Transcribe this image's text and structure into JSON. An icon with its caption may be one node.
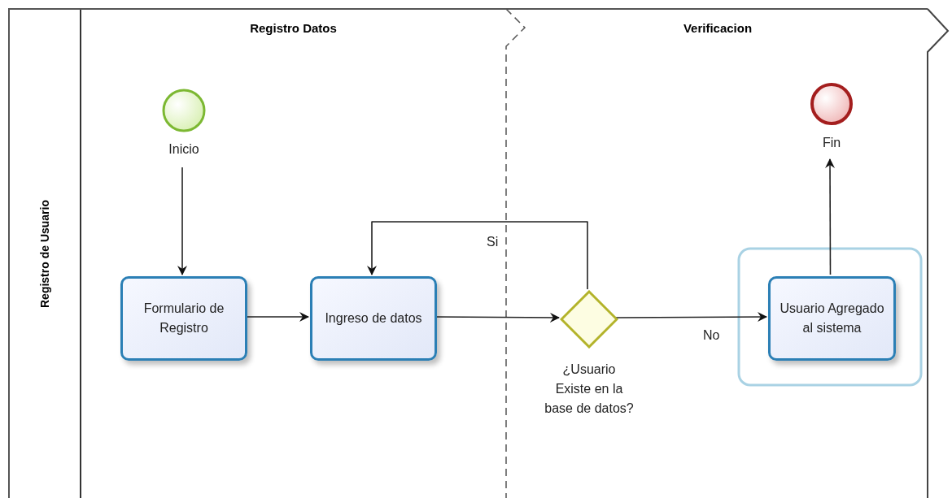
{
  "diagram": {
    "nodes": [
      {
        "text": [
          "Registro de Usuario"
        ]
      },
      {
        "text": [
          "Registro Datos"
        ],
        "in": 0
      },
      {
        "text": [
          "Verificacion"
        ],
        "in": 0
      },
      {
        "text": [
          "Inicio"
        ],
        "in": 1
      },
      {
        "text": [
          "Formulario de Registro"
        ],
        "in": 1
      },
      {
        "text": [
          "Ingreso de datos"
        ],
        "in": 1
      },
      {
        "text": [
          "¿Usuario Existe en la base de datos?"
        ],
        "in": 2
      },
      {
        "text": [
          "Usuario Agregado al sistema"
        ],
        "in": 2
      },
      {
        "text": [
          "Fin"
        ],
        "in": 2
      }
    ],
    "edges": [
      {
        "from": 3,
        "to": 4,
        "arrow": "to"
      },
      {
        "from": 4,
        "to": 5,
        "arrow": "to"
      },
      {
        "from": 5,
        "to": 6,
        "arrow": "to"
      },
      {
        "from": 6,
        "to": 5,
        "arrow": "to",
        "label": "Si"
      },
      {
        "from": 6,
        "to": 7,
        "arrow": "to",
        "label": "No"
      },
      {
        "from": 7,
        "to": 8,
        "arrow": "to"
      }
    ]
  }
}
